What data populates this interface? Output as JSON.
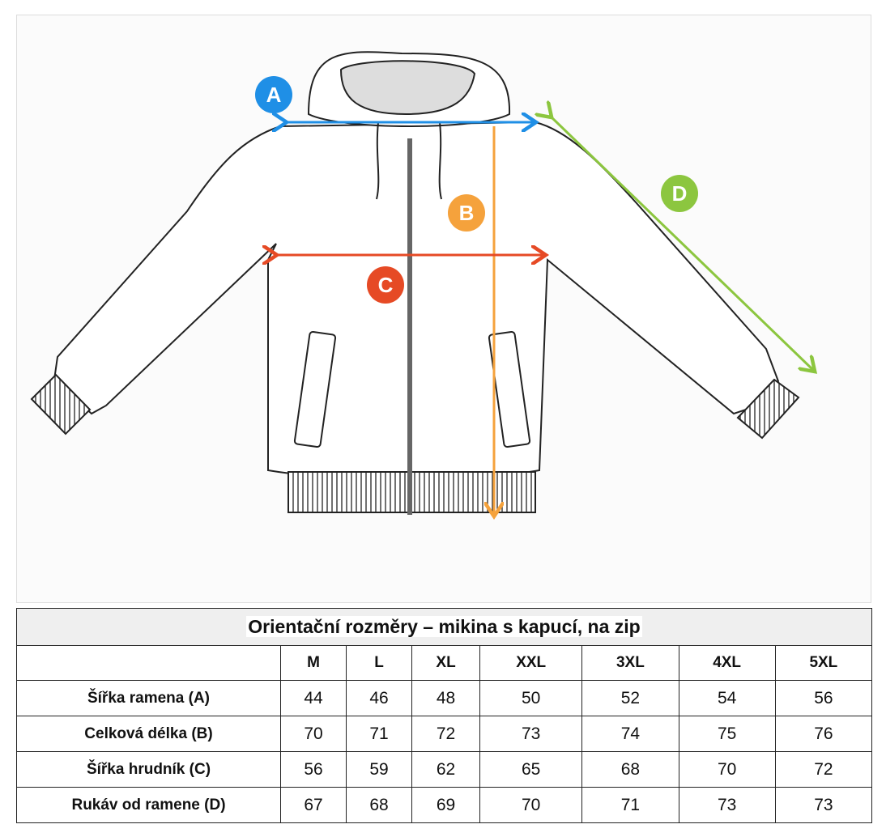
{
  "markers": {
    "a": "A",
    "b": "B",
    "c": "C",
    "d": "D"
  },
  "colors": {
    "a": "#1f8fe6",
    "b": "#f5a23c",
    "c": "#e64a25",
    "d": "#8cc63f"
  },
  "table": {
    "title": "Orientační rozměry – mikina s kapucí, na zip",
    "sizes": [
      "M",
      "L",
      "XL",
      "XXL",
      "3XL",
      "4XL",
      "5XL"
    ],
    "rows": [
      {
        "label": "Šířka ramena (A)",
        "values": [
          "44",
          "46",
          "48",
          "50",
          "52",
          "54",
          "56"
        ]
      },
      {
        "label": "Celková délka (B)",
        "values": [
          "70",
          "71",
          "72",
          "73",
          "74",
          "75",
          "76"
        ]
      },
      {
        "label": "Šířka hrudník (C)",
        "values": [
          "56",
          "59",
          "62",
          "65",
          "68",
          "70",
          "72"
        ]
      },
      {
        "label": "Rukáv od ramene (D)",
        "values": [
          "67",
          "68",
          "69",
          "70",
          "71",
          "73",
          "73"
        ]
      }
    ]
  }
}
